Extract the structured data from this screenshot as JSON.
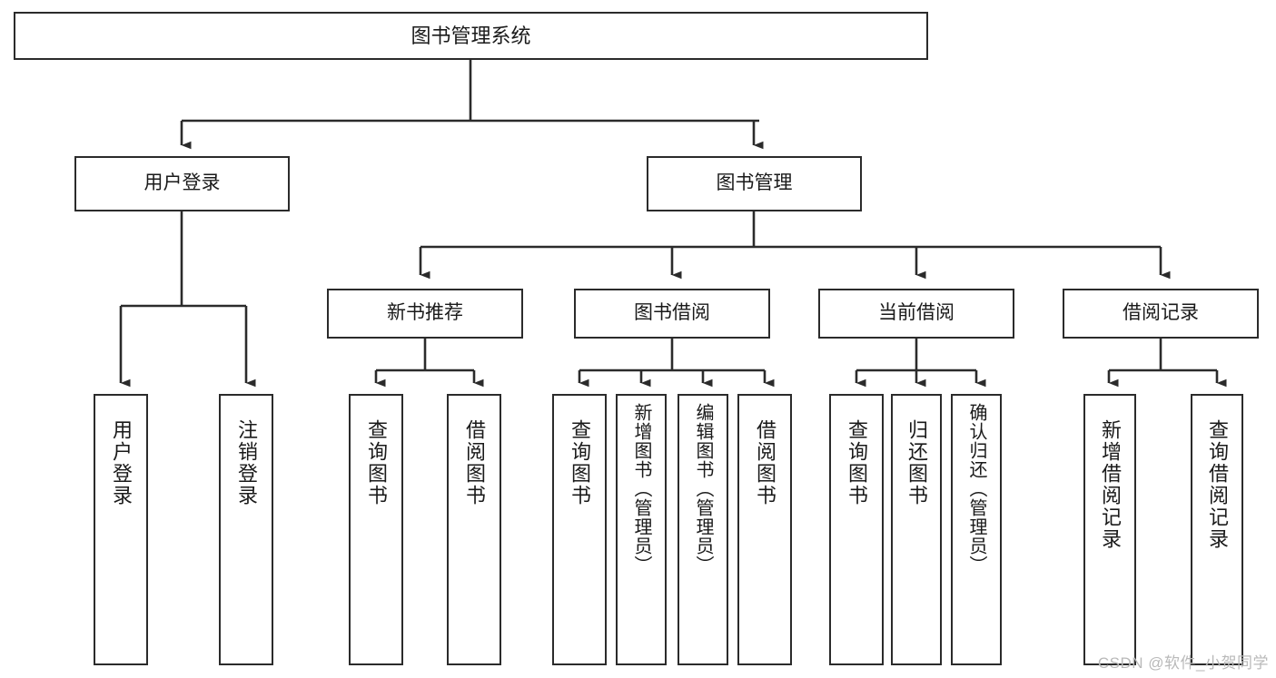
{
  "diagram": {
    "title": "图书管理系统",
    "type": "tree-hierarchy",
    "watermark": "CSDN @软件_小贺同学",
    "colors": {
      "stroke": "#2b2b2b",
      "fill": "#ffffff",
      "text": "#1a1a1a",
      "watermark": "#b9b9b9"
    },
    "levels": {
      "root": "图书管理系统",
      "level2": [
        "用户登录",
        "图书管理"
      ],
      "level3": [
        "新书推荐",
        "图书借阅",
        "当前借阅",
        "借阅记录"
      ]
    }
  },
  "nodes": {
    "root": {
      "label": "图书管理系统"
    },
    "user_login": {
      "label": "用户登录"
    },
    "book_manage": {
      "label": "图书管理"
    },
    "new_book_rec": {
      "label": "新书推荐"
    },
    "book_borrow": {
      "label": "图书借阅"
    },
    "current_borrow": {
      "label": "当前借阅"
    },
    "borrow_record": {
      "label": "借阅记录"
    },
    "leaf_user_login": {
      "label": "用户登录"
    },
    "leaf_logout": {
      "label": "注销登录"
    },
    "leaf_query_book_1": {
      "label": "查询图书"
    },
    "leaf_borrow_book_1": {
      "label": "借阅图书"
    },
    "leaf_query_book_2": {
      "label": "查询图书"
    },
    "leaf_add_book": {
      "label": "新增图书（管理员）"
    },
    "leaf_edit_book": {
      "label": "编辑图书（管理员）"
    },
    "leaf_borrow_book_2": {
      "label": "借阅图书"
    },
    "leaf_query_book_3": {
      "label": "查询图书"
    },
    "leaf_return_book": {
      "label": "归还图书"
    },
    "leaf_confirm_return": {
      "label": "确认归还（管理员）"
    },
    "leaf_add_record": {
      "label": "新增借阅记录"
    },
    "leaf_query_record": {
      "label": "查询借阅记录"
    }
  },
  "edges": [
    {
      "from": "root",
      "to": "user_login"
    },
    {
      "from": "root",
      "to": "book_manage"
    },
    {
      "from": "user_login",
      "to": "leaf_user_login"
    },
    {
      "from": "user_login",
      "to": "leaf_logout"
    },
    {
      "from": "book_manage",
      "to": "new_book_rec"
    },
    {
      "from": "book_manage",
      "to": "book_borrow"
    },
    {
      "from": "book_manage",
      "to": "current_borrow"
    },
    {
      "from": "book_manage",
      "to": "borrow_record"
    },
    {
      "from": "new_book_rec",
      "to": "leaf_query_book_1"
    },
    {
      "from": "new_book_rec",
      "to": "leaf_borrow_book_1"
    },
    {
      "from": "book_borrow",
      "to": "leaf_query_book_2"
    },
    {
      "from": "book_borrow",
      "to": "leaf_add_book"
    },
    {
      "from": "book_borrow",
      "to": "leaf_edit_book"
    },
    {
      "from": "book_borrow",
      "to": "leaf_borrow_book_2"
    },
    {
      "from": "current_borrow",
      "to": "leaf_query_book_3"
    },
    {
      "from": "current_borrow",
      "to": "leaf_return_book"
    },
    {
      "from": "current_borrow",
      "to": "leaf_confirm_return"
    },
    {
      "from": "borrow_record",
      "to": "leaf_add_record"
    },
    {
      "from": "borrow_record",
      "to": "leaf_query_record"
    }
  ]
}
